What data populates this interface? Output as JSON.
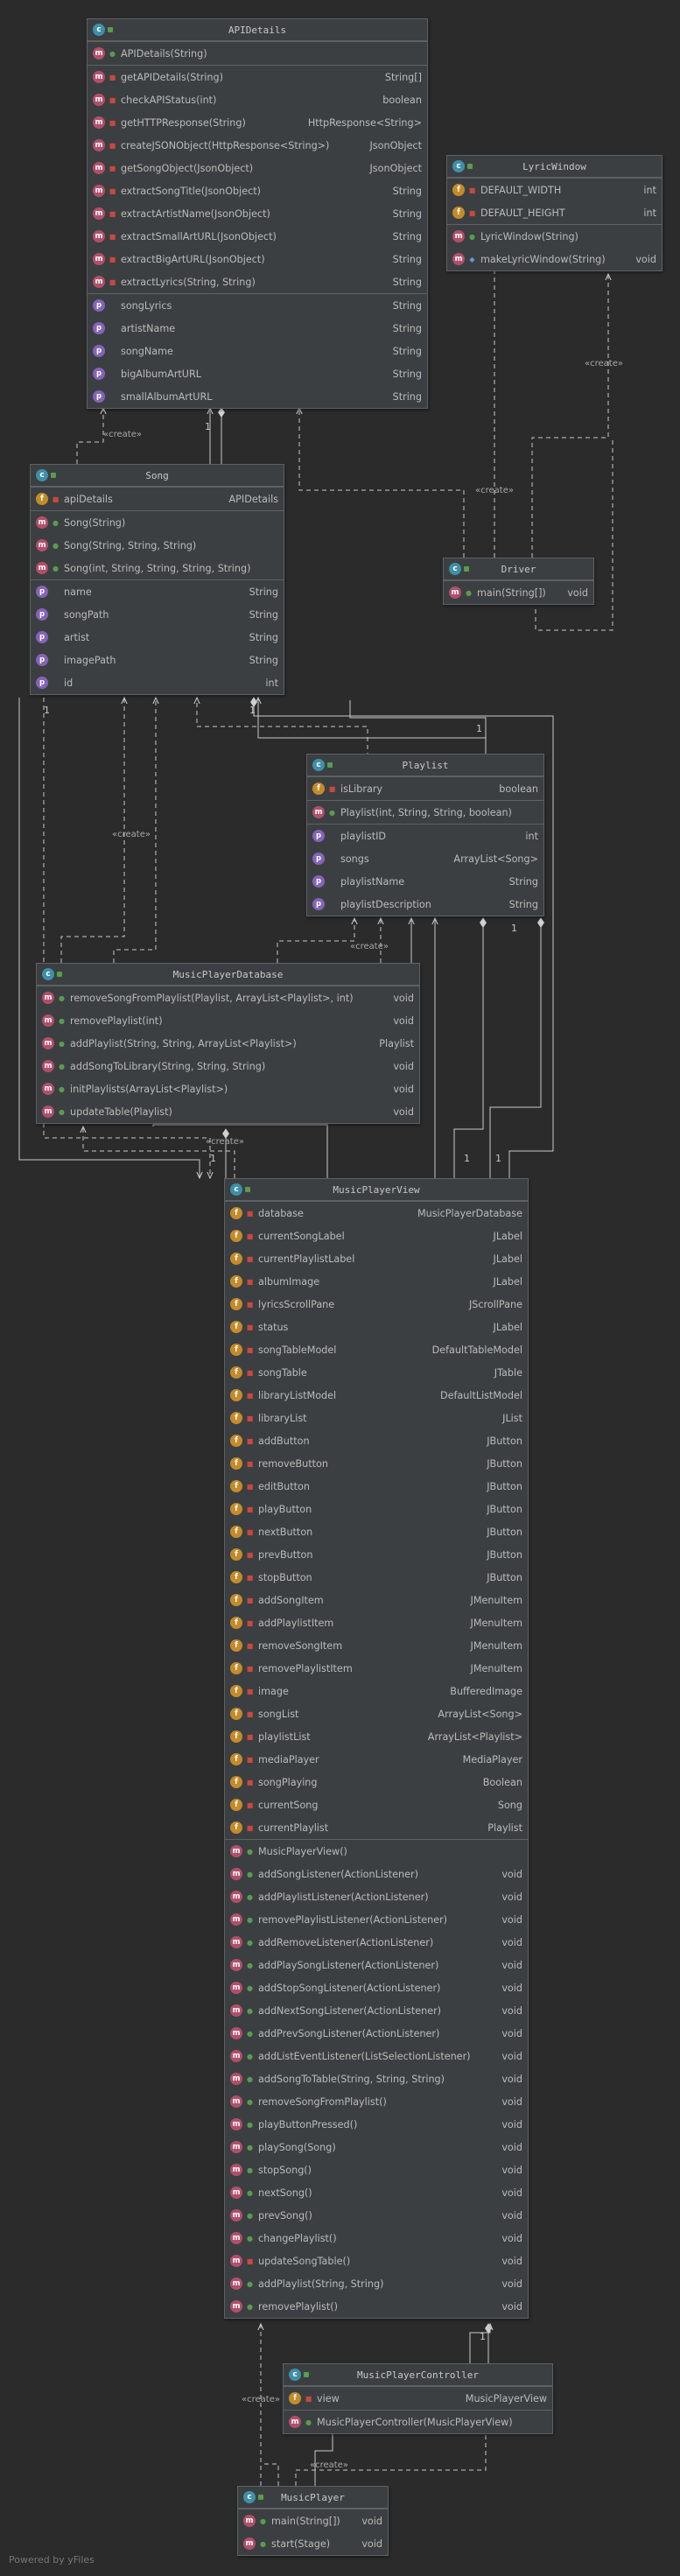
{
  "footer": "Powered by yFiles",
  "classes": [
    {
      "id": "apidetails",
      "name": "APIDetails",
      "sections": [
        [
          {
            "k": "m",
            "v": "pub",
            "n": "APIDetails(String)",
            "t": ""
          }
        ],
        [
          {
            "k": "m",
            "v": "prv",
            "n": "getAPIDetails(String)",
            "t": "String[]"
          },
          {
            "k": "m",
            "v": "prv",
            "n": "checkAPIStatus(int)",
            "t": "boolean"
          },
          {
            "k": "m",
            "v": "prv",
            "n": "getHTTPResponse(String)",
            "t": "HttpResponse<String>"
          },
          {
            "k": "m",
            "v": "prv",
            "n": "createJSONObject(HttpResponse<String>)",
            "t": "JsonObject"
          },
          {
            "k": "m",
            "v": "prv",
            "n": "getSongObject(JsonObject)",
            "t": "JsonObject"
          },
          {
            "k": "m",
            "v": "prv",
            "n": "extractSongTitle(JsonObject)",
            "t": "String"
          },
          {
            "k": "m",
            "v": "prv",
            "n": "extractArtistName(JsonObject)",
            "t": "String"
          },
          {
            "k": "m",
            "v": "prv",
            "n": "extractSmallArtURL(JsonObject)",
            "t": "String"
          },
          {
            "k": "m",
            "v": "prv",
            "n": "extractBigArtURL(JsonObject)",
            "t": "String"
          },
          {
            "k": "m",
            "v": "prv",
            "n": "extractLyrics(String, String)",
            "t": "String"
          }
        ],
        [
          {
            "k": "p",
            "v": "",
            "n": "songLyrics",
            "t": "String"
          },
          {
            "k": "p",
            "v": "",
            "n": "artistName",
            "t": "String"
          },
          {
            "k": "p",
            "v": "",
            "n": "songName",
            "t": "String"
          },
          {
            "k": "p",
            "v": "",
            "n": "bigAlbumArtURL",
            "t": "String"
          },
          {
            "k": "p",
            "v": "",
            "n": "smallAlbumArtURL",
            "t": "String"
          }
        ]
      ]
    },
    {
      "id": "lyricwindow",
      "name": "LyricWindow",
      "sections": [
        [
          {
            "k": "f",
            "v": "prv",
            "n": "DEFAULT_WIDTH",
            "t": "int"
          },
          {
            "k": "f",
            "v": "prv",
            "n": "DEFAULT_HEIGHT",
            "t": "int"
          }
        ],
        [
          {
            "k": "m",
            "v": "pub",
            "n": "LyricWindow(String)",
            "t": ""
          },
          {
            "k": "m",
            "v": "pkg",
            "n": "makeLyricWindow(String)",
            "t": "void"
          }
        ]
      ]
    },
    {
      "id": "song",
      "name": "Song",
      "sections": [
        [
          {
            "k": "f",
            "v": "prv",
            "n": "apiDetails",
            "t": "APIDetails"
          }
        ],
        [
          {
            "k": "m",
            "v": "pub",
            "n": "Song(String)",
            "t": ""
          },
          {
            "k": "m",
            "v": "pub",
            "n": "Song(String, String, String)",
            "t": ""
          },
          {
            "k": "m",
            "v": "pub",
            "n": "Song(int, String, String, String, String)",
            "t": ""
          }
        ],
        [
          {
            "k": "p",
            "v": "",
            "n": "name",
            "t": "String"
          },
          {
            "k": "p",
            "v": "",
            "n": "songPath",
            "t": "String"
          },
          {
            "k": "p",
            "v": "",
            "n": "artist",
            "t": "String"
          },
          {
            "k": "p",
            "v": "",
            "n": "imagePath",
            "t": "String"
          },
          {
            "k": "p",
            "v": "",
            "n": "id",
            "t": "int"
          }
        ]
      ]
    },
    {
      "id": "driver",
      "name": "Driver",
      "sections": [
        [
          {
            "k": "m",
            "v": "pub",
            "n": "main(String[])",
            "t": "void"
          }
        ]
      ]
    },
    {
      "id": "playlist",
      "name": "Playlist",
      "sections": [
        [
          {
            "k": "f",
            "v": "prv",
            "n": "isLibrary",
            "t": "boolean"
          }
        ],
        [
          {
            "k": "m",
            "v": "pub",
            "n": "Playlist(int, String, String, boolean)",
            "t": ""
          }
        ],
        [
          {
            "k": "p",
            "v": "",
            "n": "playlistID",
            "t": "int"
          },
          {
            "k": "p",
            "v": "",
            "n": "songs",
            "t": "ArrayList<Song>"
          },
          {
            "k": "p",
            "v": "",
            "n": "playlistName",
            "t": "String"
          },
          {
            "k": "p",
            "v": "",
            "n": "playlistDescription",
            "t": "String"
          }
        ]
      ]
    },
    {
      "id": "musicplayerdatabase",
      "name": "MusicPlayerDatabase",
      "sections": [
        [
          {
            "k": "m",
            "v": "pub",
            "n": "removeSongFromPlaylist(Playlist, ArrayList<Playlist>, int)",
            "t": "void"
          },
          {
            "k": "m",
            "v": "pub",
            "n": "removePlaylist(int)",
            "t": "void"
          },
          {
            "k": "m",
            "v": "pub",
            "n": "addPlaylist(String, String, ArrayList<Playlist>)",
            "t": "Playlist"
          },
          {
            "k": "m",
            "v": "pub",
            "n": "addSongToLibrary(String, String, String)",
            "t": "void"
          },
          {
            "k": "m",
            "v": "pub",
            "n": "initPlaylists(ArrayList<Playlist>)",
            "t": "void"
          },
          {
            "k": "m",
            "v": "pub",
            "n": "updateTable(Playlist)",
            "t": "void"
          }
        ]
      ]
    },
    {
      "id": "musicplayerview",
      "name": "MusicPlayerView",
      "sections": [
        [
          {
            "k": "f",
            "v": "prv",
            "n": "database",
            "t": "MusicPlayerDatabase"
          },
          {
            "k": "f",
            "v": "prv",
            "n": "currentSongLabel",
            "t": "JLabel"
          },
          {
            "k": "f",
            "v": "prv",
            "n": "currentPlaylistLabel",
            "t": "JLabel"
          },
          {
            "k": "f",
            "v": "prv",
            "n": "albumImage",
            "t": "JLabel"
          },
          {
            "k": "f",
            "v": "prv",
            "n": "lyricsScrollPane",
            "t": "JScrollPane"
          },
          {
            "k": "f",
            "v": "prv",
            "n": "status",
            "t": "JLabel"
          },
          {
            "k": "f",
            "v": "prv",
            "n": "songTableModel",
            "t": "DefaultTableModel"
          },
          {
            "k": "f",
            "v": "prv",
            "n": "songTable",
            "t": "JTable"
          },
          {
            "k": "f",
            "v": "prv",
            "n": "libraryListModel",
            "t": "DefaultListModel"
          },
          {
            "k": "f",
            "v": "prv",
            "n": "libraryList",
            "t": "JList"
          },
          {
            "k": "f",
            "v": "prv",
            "n": "addButton",
            "t": "JButton"
          },
          {
            "k": "f",
            "v": "prv",
            "n": "removeButton",
            "t": "JButton"
          },
          {
            "k": "f",
            "v": "prv",
            "n": "editButton",
            "t": "JButton"
          },
          {
            "k": "f",
            "v": "prv",
            "n": "playButton",
            "t": "JButton"
          },
          {
            "k": "f",
            "v": "prv",
            "n": "nextButton",
            "t": "JButton"
          },
          {
            "k": "f",
            "v": "prv",
            "n": "prevButton",
            "t": "JButton"
          },
          {
            "k": "f",
            "v": "prv",
            "n": "stopButton",
            "t": "JButton"
          },
          {
            "k": "f",
            "v": "prv",
            "n": "addSongItem",
            "t": "JMenuItem"
          },
          {
            "k": "f",
            "v": "prv",
            "n": "addPlaylistItem",
            "t": "JMenuItem"
          },
          {
            "k": "f",
            "v": "prv",
            "n": "removeSongItem",
            "t": "JMenuItem"
          },
          {
            "k": "f",
            "v": "prv",
            "n": "removePlaylistItem",
            "t": "JMenuItem"
          },
          {
            "k": "f",
            "v": "prv",
            "n": "image",
            "t": "BufferedImage"
          },
          {
            "k": "f",
            "v": "prv",
            "n": "songList",
            "t": "ArrayList<Song>"
          },
          {
            "k": "f",
            "v": "prv",
            "n": "playlistList",
            "t": "ArrayList<Playlist>"
          },
          {
            "k": "f",
            "v": "prv",
            "n": "mediaPlayer",
            "t": "MediaPlayer"
          },
          {
            "k": "f",
            "v": "prv",
            "n": "songPlaying",
            "t": "Boolean"
          },
          {
            "k": "f",
            "v": "prv",
            "n": "currentSong",
            "t": "Song"
          },
          {
            "k": "f",
            "v": "prv",
            "n": "currentPlaylist",
            "t": "Playlist"
          }
        ],
        [
          {
            "k": "m",
            "v": "pub",
            "n": "MusicPlayerView()",
            "t": ""
          },
          {
            "k": "m",
            "v": "pub",
            "n": "addSongListener(ActionListener)",
            "t": "void"
          },
          {
            "k": "m",
            "v": "pub",
            "n": "addPlaylistListener(ActionListener)",
            "t": "void"
          },
          {
            "k": "m",
            "v": "pub",
            "n": "removePlaylistListener(ActionListener)",
            "t": "void"
          },
          {
            "k": "m",
            "v": "pub",
            "n": "addRemoveListener(ActionListener)",
            "t": "void"
          },
          {
            "k": "m",
            "v": "pub",
            "n": "addPlaySongListener(ActionListener)",
            "t": "void"
          },
          {
            "k": "m",
            "v": "pub",
            "n": "addStopSongListener(ActionListener)",
            "t": "void"
          },
          {
            "k": "m",
            "v": "pub",
            "n": "addNextSongListener(ActionListener)",
            "t": "void"
          },
          {
            "k": "m",
            "v": "pub",
            "n": "addPrevSongListener(ActionListener)",
            "t": "void"
          },
          {
            "k": "m",
            "v": "pub",
            "n": "addListEventListener(ListSelectionListener)",
            "t": "void"
          },
          {
            "k": "m",
            "v": "pub",
            "n": "addSongToTable(String, String, String)",
            "t": "void"
          },
          {
            "k": "m",
            "v": "pub",
            "n": "removeSongFromPlaylist()",
            "t": "void"
          },
          {
            "k": "m",
            "v": "pub",
            "n": "playButtonPressed()",
            "t": "void"
          },
          {
            "k": "m",
            "v": "pub",
            "n": "playSong(Song)",
            "t": "void"
          },
          {
            "k": "m",
            "v": "pub",
            "n": "stopSong()",
            "t": "void"
          },
          {
            "k": "m",
            "v": "pub",
            "n": "nextSong()",
            "t": "void"
          },
          {
            "k": "m",
            "v": "pub",
            "n": "prevSong()",
            "t": "void"
          },
          {
            "k": "m",
            "v": "pub",
            "n": "changePlaylist()",
            "t": "void"
          },
          {
            "k": "m",
            "v": "prv",
            "n": "updateSongTable()",
            "t": "void"
          },
          {
            "k": "m",
            "v": "pub",
            "n": "addPlaylist(String, String)",
            "t": "void"
          },
          {
            "k": "m",
            "v": "pub",
            "n": "removePlaylist()",
            "t": "void"
          }
        ]
      ]
    },
    {
      "id": "musicplayercontroller",
      "name": "MusicPlayerController",
      "sections": [
        [
          {
            "k": "f",
            "v": "prv",
            "n": "view",
            "t": "MusicPlayerView"
          }
        ],
        [
          {
            "k": "m",
            "v": "pub",
            "n": "MusicPlayerController(MusicPlayerView)",
            "t": ""
          }
        ]
      ]
    },
    {
      "id": "musicplayer",
      "name": "MusicPlayer",
      "sections": [
        [
          {
            "k": "m",
            "v": "pub",
            "n": "main(String[])",
            "t": "void"
          },
          {
            "k": "m",
            "v": "pub",
            "n": "start(Stage)",
            "t": "void"
          }
        ]
      ]
    }
  ],
  "edge_labels": {
    "create_1": "«create»",
    "create_2": "«create»",
    "create_3": "«create»",
    "create_4": "«create»",
    "create_5": "«create»",
    "create_6": "«create»",
    "create_7": "«create»",
    "create_8": "«create»",
    "mult_1": "1",
    "mult_2": "1",
    "mult_3": "1",
    "mult_4": "1",
    "mult_5": "1",
    "mult_6": "1",
    "mult_7": "1",
    "mult_8": "1",
    "mult_9": "1",
    "mult_10": "1"
  }
}
